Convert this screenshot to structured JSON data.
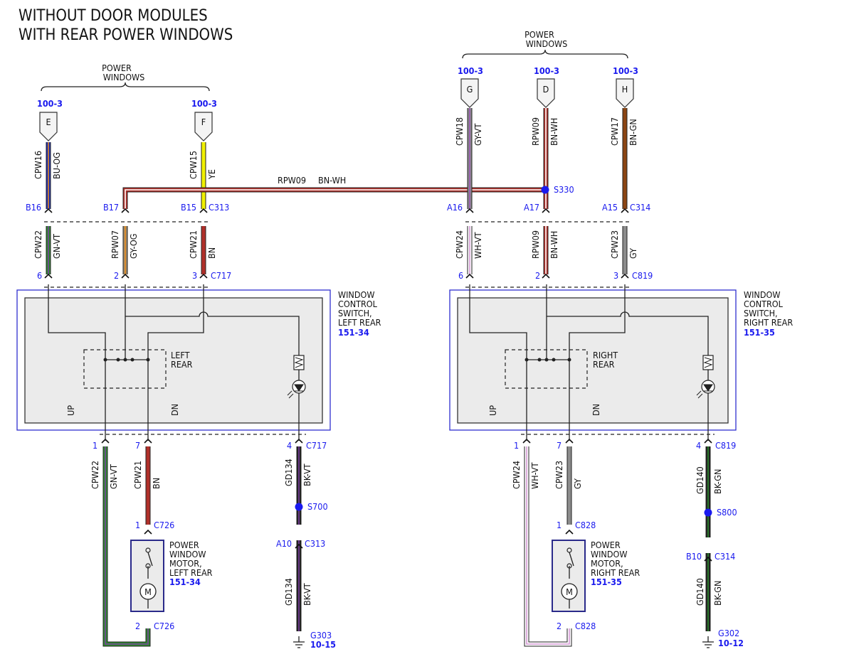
{
  "title_lines": [
    "WITHOUT DOOR MODULES",
    "WITH REAR POWER WINDOWS"
  ],
  "groups": {
    "left_power_windows": [
      "POWER",
      "WINDOWS"
    ],
    "right_power_windows": [
      "POWER",
      "WINDOWS"
    ]
  },
  "page_refs": {
    "e": "100-3",
    "f": "100-3",
    "g": "100-3",
    "d": "100-3",
    "h": "100-3"
  },
  "connector_letters": {
    "e": "E",
    "f": "F",
    "g": "G",
    "d": "D",
    "h": "H"
  },
  "wires": {
    "cpw16": {
      "circuit": "CPW16",
      "color": "BU-OG",
      "colors": [
        "#1c2fb8",
        "#e88a1a"
      ]
    },
    "cpw15": {
      "circuit": "CPW15",
      "color": "YE",
      "colors": [
        "#f0f000",
        "#f0f000"
      ]
    },
    "rpw09_top": {
      "circuit": "RPW09",
      "color": "BN-WH",
      "colors": [
        "#b0302a",
        "#ffffff"
      ]
    },
    "cpw18": {
      "circuit": "CPW18",
      "color": "GY-VT",
      "colors": [
        "#8c8c8c",
        "#9b59b6"
      ]
    },
    "rpw09_right": {
      "circuit": "RPW09",
      "color": "BN-WH",
      "colors": [
        "#b0302a",
        "#ffffff"
      ]
    },
    "cpw17": {
      "circuit": "CPW17",
      "color": "BN-GN",
      "colors": [
        "#8b4513",
        "#8b4513"
      ]
    },
    "cpw22_top": {
      "circuit": "CPW22",
      "color": "GN-VT",
      "colors": [
        "#2e8b2e",
        "#7b3fa0"
      ]
    },
    "rpw07": {
      "circuit": "RPW07",
      "color": "GY-OG",
      "colors": [
        "#9a8a70",
        "#e88a1a"
      ]
    },
    "cpw21_top": {
      "circuit": "CPW21",
      "color": "BN",
      "colors": [
        "#b0302a",
        "#b0302a"
      ]
    },
    "cpw24_top": {
      "circuit": "CPW24",
      "color": "WH-VT",
      "colors": [
        "#ffffff",
        "#d59ad5"
      ]
    },
    "rpw09_lower": {
      "circuit": "RPW09",
      "color": "BN-WH",
      "colors": [
        "#b0302a",
        "#ffffff"
      ]
    },
    "cpw23_top": {
      "circuit": "CPW23",
      "color": "GY",
      "colors": [
        "#8c8c8c",
        "#8c8c8c"
      ]
    },
    "cpw22_bot": {
      "circuit": "CPW22",
      "color": "GN-VT",
      "colors": [
        "#2e8b2e",
        "#7b3fa0"
      ]
    },
    "cpw21_bot": {
      "circuit": "CPW21",
      "color": "BN",
      "colors": [
        "#b0302a",
        "#b0302a"
      ]
    },
    "gd134_a": {
      "circuit": "GD134",
      "color": "BK-VT",
      "colors": [
        "#222222",
        "#7b3fa0"
      ]
    },
    "gd134_b": {
      "circuit": "GD134",
      "color": "BK-VT",
      "colors": [
        "#222222",
        "#7b3fa0"
      ]
    },
    "cpw24_bot": {
      "circuit": "CPW24",
      "color": "WH-VT",
      "colors": [
        "#ffffff",
        "#d59ad5"
      ]
    },
    "cpw23_bot": {
      "circuit": "CPW23",
      "color": "GY",
      "colors": [
        "#8c8c8c",
        "#8c8c8c"
      ]
    },
    "gd140_a": {
      "circuit": "GD140",
      "color": "BK-GN",
      "colors": [
        "#222222",
        "#2e8b2e"
      ]
    },
    "gd140_b": {
      "circuit": "GD140",
      "color": "BK-GN",
      "colors": [
        "#222222",
        "#2e8b2e"
      ]
    }
  },
  "pins": {
    "b16": "B16",
    "b17": "B17",
    "b15": "B15",
    "c313": "C313",
    "a16": "A16",
    "a17": "A17",
    "a15": "A15",
    "c314": "C314",
    "l6": "6",
    "l2": "2",
    "l3": "3",
    "c717_top": "C717",
    "r6": "6",
    "r2": "2",
    "r3": "3",
    "c819_top": "C819",
    "l1": "1",
    "l7": "7",
    "l4": "4",
    "c717_bot": "C717",
    "r1": "1",
    "r7": "7",
    "r4": "4",
    "c819_bot": "C819",
    "lm1": "1",
    "c726_a": "C726",
    "lm2": "2",
    "c726_b": "C726",
    "rm1": "1",
    "c828_a": "C828",
    "rm2": "2",
    "c828_b": "C828",
    "a10": "A10",
    "c313_low": "C313",
    "b10": "B10",
    "c314_low": "C314"
  },
  "splices": {
    "s330": "S330",
    "s700": "S700",
    "s800": "S800"
  },
  "switches": {
    "left": {
      "name_lines": [
        "WINDOW",
        "CONTROL",
        "SWITCH,",
        "LEFT REAR"
      ],
      "ref": "151-34",
      "inner": [
        "LEFT",
        "REAR"
      ],
      "up": "UP",
      "dn": "DN"
    },
    "right": {
      "name_lines": [
        "WINDOW",
        "CONTROL",
        "SWITCH,",
        "RIGHT REAR"
      ],
      "ref": "151-35",
      "inner": [
        "RIGHT",
        "REAR"
      ],
      "up": "UP",
      "dn": "DN"
    }
  },
  "motors": {
    "left": {
      "name_lines": [
        "POWER",
        "WINDOW",
        "MOTOR,",
        "LEFT REAR"
      ],
      "ref": "151-34",
      "symbol": "M"
    },
    "right": {
      "name_lines": [
        "POWER",
        "WINDOW",
        "MOTOR,",
        "RIGHT REAR"
      ],
      "ref": "151-35",
      "symbol": "M"
    }
  },
  "grounds": {
    "g303": {
      "name": "G303",
      "ref": "10-15"
    },
    "g302": {
      "name": "G302",
      "ref": "10-12"
    }
  },
  "colors": {
    "label_blue": "#1a1aee",
    "switch_outline": "#3030d0",
    "switch_fill": "#ebebeb"
  }
}
